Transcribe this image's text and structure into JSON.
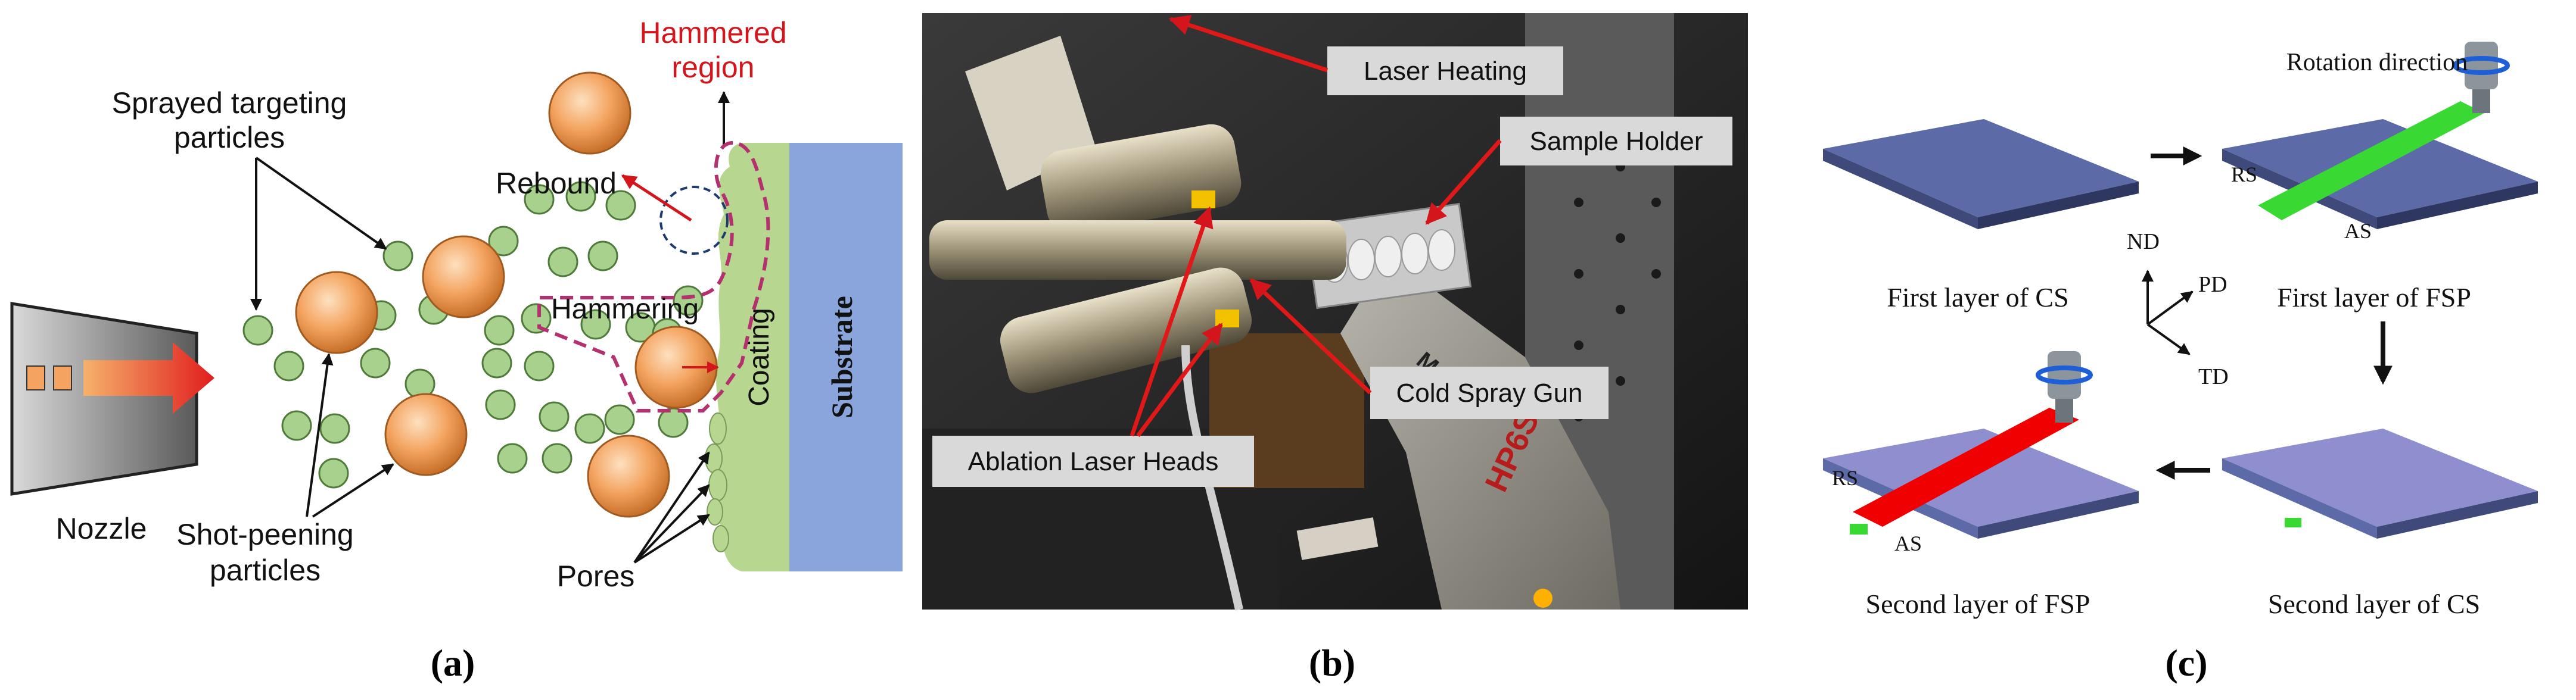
{
  "panel_a": {
    "caption": "(a)",
    "hammered_region": [
      "Hammered",
      "region"
    ],
    "rebound": "Rebound",
    "sprayed": [
      "Sprayed targeting",
      "particles"
    ],
    "hammering": "Hammering",
    "coating": "Coating",
    "substrate": "Substrate",
    "nozzle": "Nozzle",
    "shot_peening": [
      "Shot-peening",
      "particles"
    ],
    "pores": "Pores",
    "colors": {
      "red": "#d4151c",
      "green_particle": "#a9d18e",
      "orange": "#f4a460",
      "substrate": "#8aa5dc",
      "coating": "#b7d68f",
      "magenta": "#b5306e"
    }
  },
  "panel_b": {
    "caption": "(b)",
    "laser_heating": "Laser Heating",
    "sample_holder": "Sample Holder",
    "cold_spray_gun": "Cold Spray Gun",
    "ablation": "Ablation Laser Heads",
    "robot_text": "MOTO",
    "robot_model": "HP6S"
  },
  "panel_c": {
    "caption": "(c)",
    "rotation_direction": "Rotation direction",
    "first_cs": "First layer of CS",
    "first_fsp": "First layer of FSP",
    "second_fsp": "Second layer of FSP",
    "second_cs": "Second layer of CS",
    "rs": "RS",
    "as": "AS",
    "nd": "ND",
    "pd": "PD",
    "td": "TD",
    "colors": {
      "plate_top": "#5c6aa8",
      "plate_light": "#8f8fd0",
      "green": "#39d832",
      "red": "#f00000"
    }
  }
}
